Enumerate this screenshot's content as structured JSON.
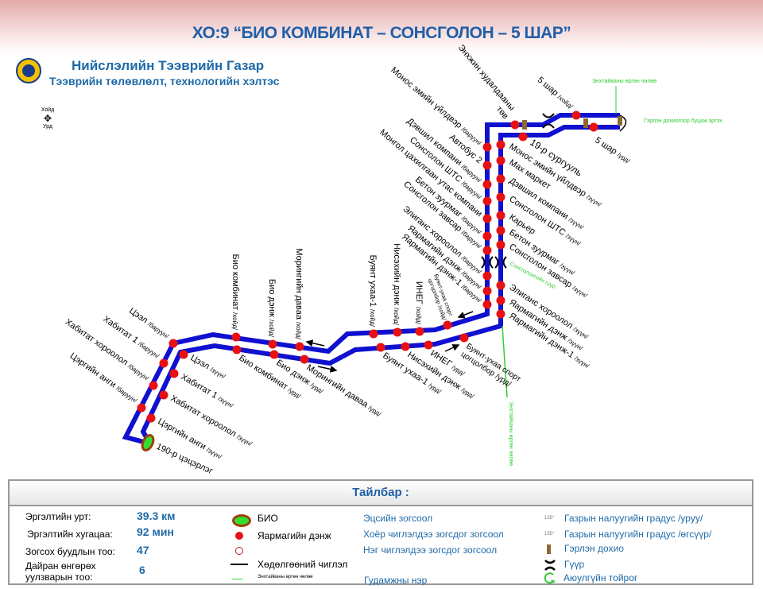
{
  "title": "ХО:9 “БИО КОМБИНАТ – СОНСГОЛОН – 5 ШАР”",
  "org": {
    "name": "Нийслэлийн Тээврийн Газар",
    "department": "Тээврийн төлөвлөлт, технологийн хэлтэс"
  },
  "compass": {
    "north": "Хойд",
    "south": "Урд"
  },
  "colors": {
    "route": "#1010d0",
    "stop": "#e81010",
    "title": "#1f5fa8",
    "green": "#33cc33"
  },
  "stops": {
    "terminal": "190-р цэцэрлэг",
    "north_top": [
      "Энхжин худалдааны төв",
      "5 шар /хойд/"
    ],
    "south_top": [
      "19-р сургууль",
      "5 шар /урд/"
    ],
    "west_vertical": [
      "Монос эмийн үйлдвэр /баруун/",
      "Автобус 2",
      "Дэвшил компани /баруун/",
      "Сонсголон ШТС /баруун/",
      "Монгол цахилгаан утас компани",
      "Бетон зуурмаг /баруун/",
      "Сонсголон завсар /баруун/",
      "Элиганс хороолол /баруун/",
      "Яармагийн дэнж /баруун/",
      "Яармагийн дэнж-1 /баруун/"
    ],
    "east_vertical": [
      "Монос эмийн үйлдвэр /зүүн/",
      "Мах маркет",
      "Дэвшил компани /зүүн/",
      "Сонсголон ШТС /зүүн/",
      "Карьер",
      "Бетон зуурмаг /зүүн/",
      "Сонсголон завсар /зүүн/",
      "Элиганс хороолол /зүүн/",
      "Яармагийн дэнж /зүүн/",
      "Яармагийн дэнж-1 /зүүн/"
    ],
    "north_horizontal": [
      "Буянт-ухаа спорт цогцолбор /хойд/",
      "ИНЕГ /хойд/",
      "Нисэхийн дэнж /хойд/",
      "Буянт ухаа-1 /хойд/",
      "Морингийн даваа /хойд/",
      "Био дэнж /хойд/",
      "Био комбинат /хойд/"
    ],
    "south_horizontal": [
      "Буянт-ухаа спорт цогцолбор /урд/",
      "ИНЕГ /урд/",
      "Нисэхийн дэнж /урд/",
      "Буянт ухаа-1 /урд/",
      "Морингийн даваа /урд/",
      "Био дэнж /урд/",
      "Био комбинат /урд/"
    ],
    "west_left": [
      "Цээл /баруун/",
      "Хабитат 1 /баруун/",
      "Хабитат хороолол /баруун/",
      "Цэргийн анги /баруун/"
    ],
    "east_left": [
      "Цээл /зүүн/",
      "Хабитат 1 /зүүн/",
      "Хабитат хороолол /зүүн/",
      "Цэргийн анги /зүүн/"
    ]
  },
  "annotations": {
    "avenue": "Энхтайваны өргөн чөлөө",
    "uturn": "Гэрлэн дохиогоор буцаж эргэх",
    "bridge": "Сонсголонгийн гүүр",
    "avenue2": "Энхтайваны өргөн чөлөө"
  },
  "legend": {
    "title": "Тайлбар :",
    "stats": [
      {
        "label": "Эргэлтийн урт:",
        "value": "39.3 км"
      },
      {
        "label": "Эргэлтийн хугацаа:",
        "value": "92 мин"
      },
      {
        "label": "Зогсох буудлын тоо:",
        "value": "47"
      },
      {
        "label": "Дайран өнгөрөх уулзварын тоо:",
        "value": "6"
      }
    ],
    "symbols": [
      "БИО",
      "Яармагийн дэнж",
      "Хөдөлгөөний чиглэл",
      "Энхтайваны өргөн чөлөө"
    ],
    "stop_types": [
      "Эцсийн зогсоол",
      "Хоёр чиглэлдээ зогсдог зогсоол",
      "Нэг чиглэлдээ зогсдог зогсоол",
      "Гудамжны нэр"
    ],
    "slope_value": "135°",
    "other": [
      "Газрын налуугийн градус /уруу/",
      "Газрын налуугийн градус /өгсүүр/",
      "Гэрлэн дохио",
      "Гүүр",
      "Аюулгүйн тойрог"
    ]
  }
}
